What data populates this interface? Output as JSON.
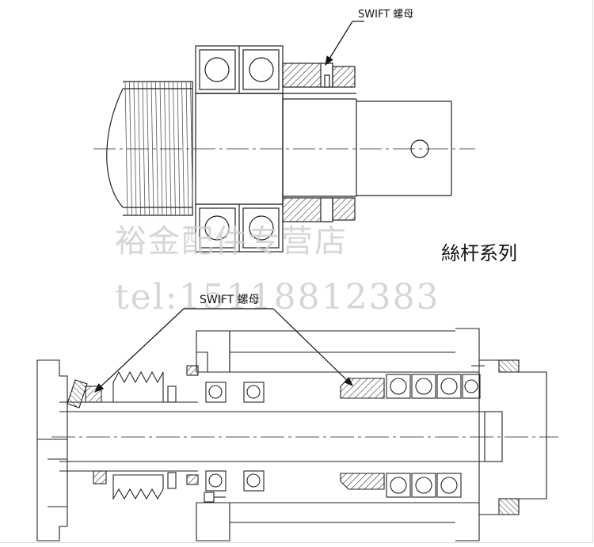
{
  "diagram": {
    "callout_top": "SWIFT  螺母",
    "callout_bottom": "SWIFT  螺母",
    "series_title": "絲杆系列",
    "watermark_shop": "裕金配件专营店",
    "watermark_tel": "tel:15118812383"
  },
  "colors": {
    "line": "#222222",
    "watermark": "#c9c9c9",
    "hatch": "#333333"
  }
}
